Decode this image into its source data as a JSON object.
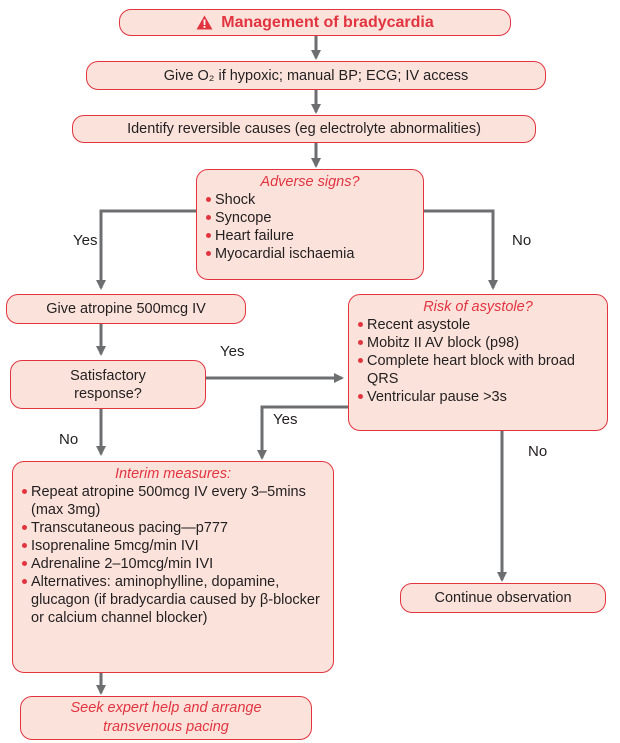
{
  "colors": {
    "accent": "#e2343f",
    "fill": "#fbe3dc",
    "arrow": "#6d6e70"
  },
  "title": {
    "icon": "warning-triangle-icon",
    "text": "Management of bradycardia"
  },
  "step1": "Give O₂ if hypoxic; manual BP; ECG; IV access",
  "step2": "Identify reversible causes (eg electrolyte abnormalities)",
  "adverse": {
    "title": "Adverse signs?",
    "items": [
      "Shock",
      "Syncope",
      "Heart failure",
      "Myocardial ischaemia"
    ]
  },
  "labels": {
    "yes_left": "Yes",
    "no_right": "No",
    "yes_mid": "Yes",
    "yes_up": "Yes",
    "no_left": "No",
    "no_right_lower": "No"
  },
  "atropine": "Give atropine 500mcg IV",
  "satisfactory": "Satisfactory response?",
  "asystole": {
    "title": "Risk of asystole?",
    "items": [
      "Recent asystole",
      "Mobitz II AV block (p98)",
      "Complete heart block with broad QRS",
      "Ventricular pause >3s"
    ]
  },
  "interim": {
    "title": "Interim measures:",
    "items": [
      "Repeat atropine 500mcg IV every 3–5mins (max 3mg)",
      "Transcutaneous pacing—p777",
      "Isoprenaline 5mcg/min IVI",
      "Adrenaline 2–10mcg/min IVI",
      "Alternatives: aminophylline, dopamine, glucagon (if bradycardia caused by β-blocker or calcium channel blocker)"
    ]
  },
  "continue": "Continue observation",
  "seek": "Seek expert help and arrange transvenous pacing"
}
